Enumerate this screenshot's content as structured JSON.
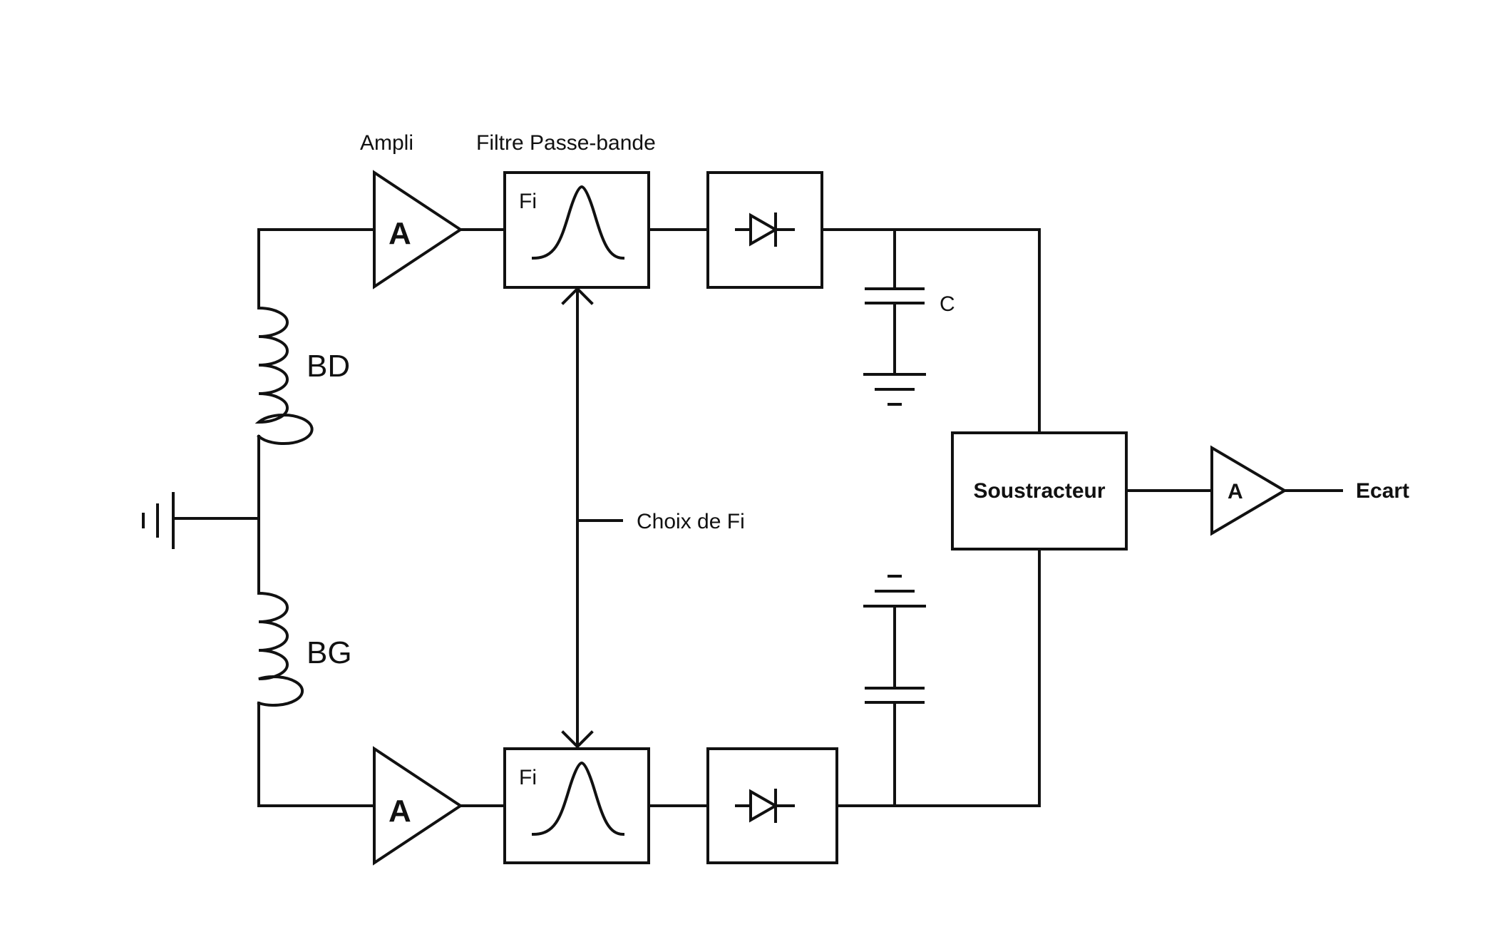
{
  "labels": {
    "ampli": "Ampli",
    "filtre": "Filtre Passe-bande",
    "bd": "BD",
    "bg": "BG",
    "c": "C",
    "choix": "Choix de Fi",
    "soustracteur": "Soustracteur",
    "ecart": "Ecart",
    "amp_symbol": "A",
    "fi_symbol": "Fi"
  },
  "colors": {
    "ink": "#111111",
    "background": "#ffffff"
  }
}
